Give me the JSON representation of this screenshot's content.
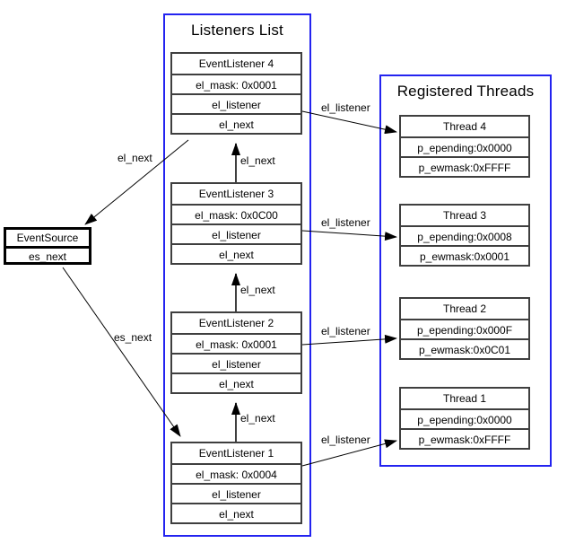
{
  "colors": {
    "panel_border": "#2323f0",
    "box_border": "#3f3f3f",
    "source_border": "#000000",
    "background": "#ffffff",
    "text": "#000000"
  },
  "listeners_list": {
    "title": "Listeners List",
    "items": [
      {
        "title": "EventListener 4",
        "rows": [
          "el_mask: 0x0001",
          "el_listener",
          "el_next"
        ]
      },
      {
        "title": "EventListener 3",
        "rows": [
          "el_mask: 0x0C00",
          "el_listener",
          "el_next"
        ]
      },
      {
        "title": "EventListener 2",
        "rows": [
          "el_mask: 0x0001",
          "el_listener",
          "el_next"
        ]
      },
      {
        "title": "EventListener 1",
        "rows": [
          "el_mask: 0x0004",
          "el_listener",
          "el_next"
        ]
      }
    ]
  },
  "registered_threads": {
    "title": "Registered Threads",
    "items": [
      {
        "title": "Thread 4",
        "rows": [
          "p_epending:0x0000",
          "p_ewmask:0xFFFF"
        ]
      },
      {
        "title": "Thread 3",
        "rows": [
          "p_epending:0x0008",
          "p_ewmask:0x0001"
        ]
      },
      {
        "title": "Thread 2",
        "rows": [
          "p_epending:0x000F",
          "p_ewmask:0x0C01"
        ]
      },
      {
        "title": "Thread 1",
        "rows": [
          "p_epending:0x0000",
          "p_ewmask:0xFFFF"
        ]
      }
    ]
  },
  "event_source": {
    "title": "EventSource",
    "rows": [
      "es_next"
    ]
  },
  "edges": {
    "el_next_l4_to_source": "el_next",
    "es_next_source_to_l1": "es_next",
    "el_next_l3_to_l4": "el_next",
    "el_next_l2_to_l3": "el_next",
    "el_next_l1_to_l2": "el_next",
    "el_listener_l4_to_t4": "el_listener",
    "el_listener_l3_to_t3": "el_listener",
    "el_listener_l2_to_t2": "el_listener",
    "el_listener_l1_to_t1": "el_listener"
  }
}
